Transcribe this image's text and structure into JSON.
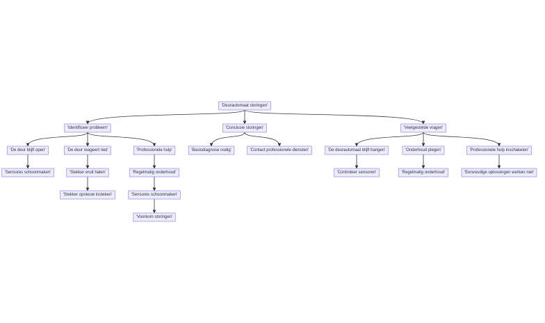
{
  "colors": {
    "node_fill": "#ECECFF",
    "node_stroke": "#9370DB",
    "edge": "#333333",
    "text": "#333333"
  },
  "nodes": {
    "root": "'Deurautomaat storingen'",
    "identify": "'Identificeer probleem'",
    "conclusion": "'Conclusie storingen'",
    "faq": "'Veelgestelde vragen'",
    "door_open": "'De deur blijft open'",
    "no_response": "'De deur reageert niet'",
    "pro_help": "'Professionele hulp'",
    "basic_diag": "'Basisdiagnose nodig'",
    "contact_pro": "'Contact professionele diensten'",
    "stuck": "'De deurautomaat blijft hangen'",
    "maintenance": "'Onderhoud plegen'",
    "pro_help2": "'Professionele hulp inschakelen'",
    "clean_sensors_1": "'Sensores schoonmaken'",
    "unplug": "'Stekker eruit halen'",
    "regular_maint_1": "'Regelmatig onderhoud'",
    "check_sensors": "'Controleer sensoren'",
    "regular_maint_2": "'Regelmatig onderhoud'",
    "simple_fail": "'Eenvoudige oplossingen werken niet'",
    "replug": "'Stekker opnieuw insteken'",
    "clean_sensors_2": "'Sensores schoonmaken'",
    "prevent": "'Voorkom storingen'"
  },
  "edges": [
    [
      "root",
      "identify"
    ],
    [
      "root",
      "conclusion"
    ],
    [
      "root",
      "faq"
    ],
    [
      "identify",
      "door_open"
    ],
    [
      "identify",
      "no_response"
    ],
    [
      "identify",
      "pro_help"
    ],
    [
      "conclusion",
      "basic_diag"
    ],
    [
      "conclusion",
      "contact_pro"
    ],
    [
      "faq",
      "stuck"
    ],
    [
      "faq",
      "maintenance"
    ],
    [
      "faq",
      "pro_help2"
    ],
    [
      "door_open",
      "clean_sensors_1"
    ],
    [
      "no_response",
      "unplug"
    ],
    [
      "pro_help",
      "regular_maint_1"
    ],
    [
      "stuck",
      "check_sensors"
    ],
    [
      "maintenance",
      "regular_maint_2"
    ],
    [
      "pro_help2",
      "simple_fail"
    ],
    [
      "unplug",
      "replug"
    ],
    [
      "regular_maint_1",
      "clean_sensors_2"
    ],
    [
      "clean_sensors_2",
      "prevent"
    ]
  ]
}
